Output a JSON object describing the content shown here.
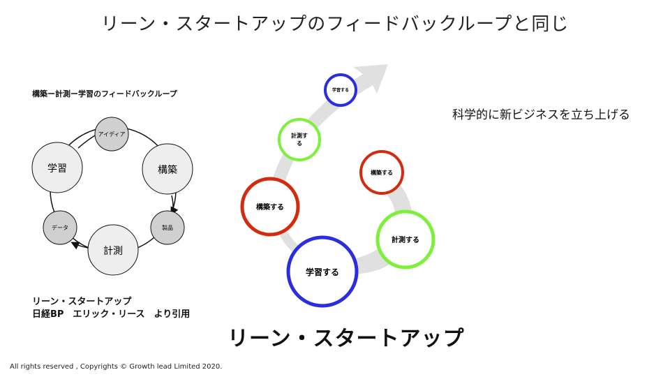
{
  "title": "リーン・スタートアップのフィードバックループと同じ",
  "cycle": {
    "heading": "構築ー計測ー学習のフィードバックループ",
    "nodes": {
      "build": "構築",
      "product": "製品",
      "measure": "計測",
      "data": "データ",
      "learn": "学習",
      "idea": "アイディア"
    }
  },
  "spiral": {
    "learn_big": "学習する",
    "measure_right": "計測する",
    "build_right": "構築する",
    "build_left": "構築する",
    "measure_upper_line1": "計測す",
    "measure_upper_line2": "る",
    "learn_top": "学習する",
    "colors": {
      "learn": "#2a2ee0",
      "measure": "#7cf03a",
      "build": "#d42a10",
      "arrow": "#e0e0e0"
    }
  },
  "tagline": "科学的に新ビジネスを立ち上げる",
  "credit": {
    "line1": "リーン・スタートアップ",
    "line2": "日経BP　エリック・リース　より引用"
  },
  "book_title": "リーン・スタートアップ",
  "copyright": "All rights reserved , Copyrights © Growth lead Limited 2020."
}
